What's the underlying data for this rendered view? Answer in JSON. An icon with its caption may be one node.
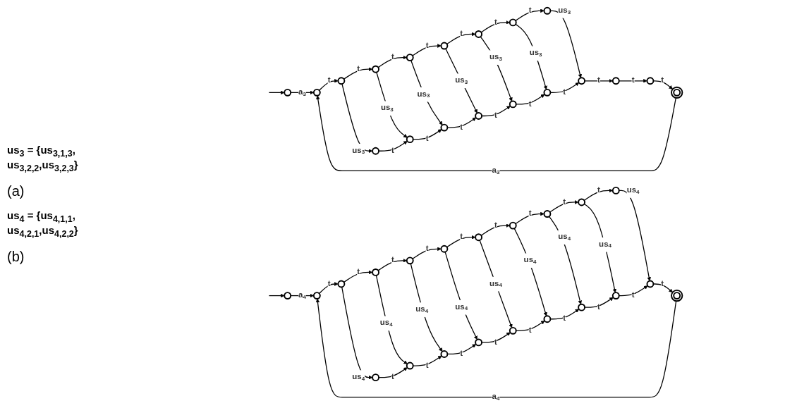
{
  "diagram": {
    "nodes": [
      {
        "text": [],
        "shape": "circle"
      },
      {
        "text": [],
        "shape": "circle"
      },
      {
        "text": [],
        "shape": "circle"
      },
      {
        "text": [],
        "shape": "circle"
      },
      {
        "text": [],
        "shape": "circle"
      },
      {
        "text": [],
        "shape": "circle"
      },
      {
        "text": [],
        "shape": "circle"
      },
      {
        "text": [],
        "shape": "circle"
      },
      {
        "text": [],
        "shape": "circle"
      },
      {
        "text": [],
        "shape": "circle"
      },
      {
        "text": [],
        "shape": "circle"
      },
      {
        "text": [],
        "shape": "circle"
      },
      {
        "text": [],
        "shape": "circle"
      },
      {
        "text": [],
        "shape": "circle"
      },
      {
        "text": [],
        "shape": "circle"
      },
      {
        "text": [],
        "shape": "circle"
      },
      {
        "text": [],
        "shape": "circle"
      },
      {
        "text": [],
        "shape": "circle"
      },
      {
        "text": [],
        "shape": "doublecircle"
      },
      {
        "text": [],
        "shape": "circle"
      },
      {
        "text": [],
        "shape": "circle"
      },
      {
        "text": [],
        "shape": "circle"
      },
      {
        "text": [],
        "shape": "circle"
      },
      {
        "text": [],
        "shape": "circle"
      },
      {
        "text": [],
        "shape": "circle"
      },
      {
        "text": [],
        "shape": "circle"
      },
      {
        "text": [],
        "shape": "circle"
      },
      {
        "text": [],
        "shape": "circle"
      },
      {
        "text": [],
        "shape": "circle"
      },
      {
        "text": [],
        "shape": "circle"
      },
      {
        "text": [],
        "shape": "circle"
      },
      {
        "text": [],
        "shape": "circle"
      },
      {
        "text": [],
        "shape": "circle"
      },
      {
        "text": [],
        "shape": "circle"
      },
      {
        "text": [],
        "shape": "circle"
      },
      {
        "text": [],
        "shape": "circle"
      },
      {
        "text": [],
        "shape": "circle"
      },
      {
        "text": [],
        "shape": "circle"
      },
      {
        "text": [],
        "shape": "circle"
      },
      {
        "text": [],
        "shape": "doublecircle"
      }
    ],
    "edges": [
      {
        "from": null,
        "to": 0,
        "arrow": "to"
      },
      {
        "from": 0,
        "to": 1,
        "arrow": "to",
        "label": "a$_{3}$"
      },
      {
        "from": 1,
        "to": 2,
        "arrow": "to",
        "label": "t"
      },
      {
        "from": 2,
        "to": 3,
        "arrow": "to",
        "label": "t"
      },
      {
        "from": 3,
        "to": 4,
        "arrow": "to",
        "label": "t"
      },
      {
        "from": 4,
        "to": 5,
        "arrow": "to",
        "label": "t"
      },
      {
        "from": 5,
        "to": 6,
        "arrow": "to",
        "label": "t"
      },
      {
        "from": 6,
        "to": 7,
        "arrow": "to",
        "label": "t"
      },
      {
        "from": 7,
        "to": 8,
        "arrow": "to",
        "label": "t"
      },
      {
        "from": 2,
        "to": 9,
        "arrow": "to",
        "label": "us$_{3}$"
      },
      {
        "from": 3,
        "to": 10,
        "arrow": "to",
        "label": "us$_{3}$"
      },
      {
        "from": 4,
        "to": 11,
        "arrow": "to",
        "label": "us$_{3}$"
      },
      {
        "from": 5,
        "to": 12,
        "arrow": "to",
        "label": "us$_{3}$"
      },
      {
        "from": 6,
        "to": 13,
        "arrow": "to",
        "label": "us$_{3}$"
      },
      {
        "from": 7,
        "to": 14,
        "arrow": "to",
        "label": "us$_{3}$"
      },
      {
        "from": 8,
        "to": 15,
        "arrow": "to",
        "label": "us$_{3}$"
      },
      {
        "from": 9,
        "to": 10,
        "arrow": "to",
        "label": "t"
      },
      {
        "from": 10,
        "to": 11,
        "arrow": "to",
        "label": "t"
      },
      {
        "from": 11,
        "to": 12,
        "arrow": "to",
        "label": "t"
      },
      {
        "from": 12,
        "to": 13,
        "arrow": "to",
        "label": "t"
      },
      {
        "from": 13,
        "to": 14,
        "arrow": "to",
        "label": "t"
      },
      {
        "from": 14,
        "to": 15,
        "arrow": "to",
        "label": "t"
      },
      {
        "from": 15,
        "to": 16,
        "arrow": "to",
        "label": "t"
      },
      {
        "from": 16,
        "to": 17,
        "arrow": "to",
        "label": "t"
      },
      {
        "from": 17,
        "to": 18,
        "arrow": "to",
        "label": "t"
      },
      {
        "from": 18,
        "to": 1,
        "arrow": "to",
        "label": "a$_{3}$"
      },
      {
        "from": null,
        "to": 19,
        "arrow": "to"
      },
      {
        "from": 19,
        "to": 20,
        "arrow": "to",
        "label": "a$_{4}$"
      },
      {
        "from": 20,
        "to": 21,
        "arrow": "to",
        "label": "t"
      },
      {
        "from": 21,
        "to": 22,
        "arrow": "to",
        "label": "t"
      },
      {
        "from": 22,
        "to": 23,
        "arrow": "to",
        "label": "t"
      },
      {
        "from": 23,
        "to": 24,
        "arrow": "to",
        "label": "t"
      },
      {
        "from": 24,
        "to": 25,
        "arrow": "to",
        "label": "t"
      },
      {
        "from": 25,
        "to": 26,
        "arrow": "to",
        "label": "t"
      },
      {
        "from": 26,
        "to": 27,
        "arrow": "to",
        "label": "t"
      },
      {
        "from": 27,
        "to": 28,
        "arrow": "to",
        "label": "t"
      },
      {
        "from": 28,
        "to": 29,
        "arrow": "to",
        "label": "t"
      },
      {
        "from": 21,
        "to": 30,
        "arrow": "to",
        "label": "us$_{4}$"
      },
      {
        "from": 22,
        "to": 31,
        "arrow": "to",
        "label": "us$_{4}$"
      },
      {
        "from": 23,
        "to": 32,
        "arrow": "to",
        "label": "us$_{4}$"
      },
      {
        "from": 24,
        "to": 33,
        "arrow": "to",
        "label": "us$_{4}$"
      },
      {
        "from": 25,
        "to": 34,
        "arrow": "to",
        "label": "us$_{4}$"
      },
      {
        "from": 26,
        "to": 35,
        "arrow": "to",
        "label": "us$_{4}$"
      },
      {
        "from": 27,
        "to": 36,
        "arrow": "to",
        "label": "us$_{4}$"
      },
      {
        "from": 28,
        "to": 37,
        "arrow": "to",
        "label": "us$_{4}$"
      },
      {
        "from": 29,
        "to": 38,
        "arrow": "to",
        "label": "us$_{4}$"
      },
      {
        "from": 30,
        "to": 31,
        "arrow": "to",
        "label": "t"
      },
      {
        "from": 31,
        "to": 32,
        "arrow": "to",
        "label": "t"
      },
      {
        "from": 32,
        "to": 33,
        "arrow": "to",
        "label": "t"
      },
      {
        "from": 33,
        "to": 34,
        "arrow": "to",
        "label": "t"
      },
      {
        "from": 34,
        "to": 35,
        "arrow": "to",
        "label": "t"
      },
      {
        "from": 35,
        "to": 36,
        "arrow": "to",
        "label": "t"
      },
      {
        "from": 36,
        "to": 37,
        "arrow": "to",
        "label": "t"
      },
      {
        "from": 37,
        "to": 38,
        "arrow": "to",
        "label": "t"
      },
      {
        "from": 38,
        "to": 39,
        "arrow": "to",
        "label": "t"
      },
      {
        "from": 39,
        "to": 20,
        "arrow": "to",
        "label": "a$_{4}$"
      }
    ],
    "labels": [
      "us$_{3}$ = {us$_{3,1,3}$, us$_{3,2,2}$,us$_{3,2,3}$}",
      "(a)",
      "us$_{4}$ = {us$_{4,1,1}$, us$_{4,2,1}$,us$_{4,2,2}$}",
      "(b)"
    ]
  }
}
